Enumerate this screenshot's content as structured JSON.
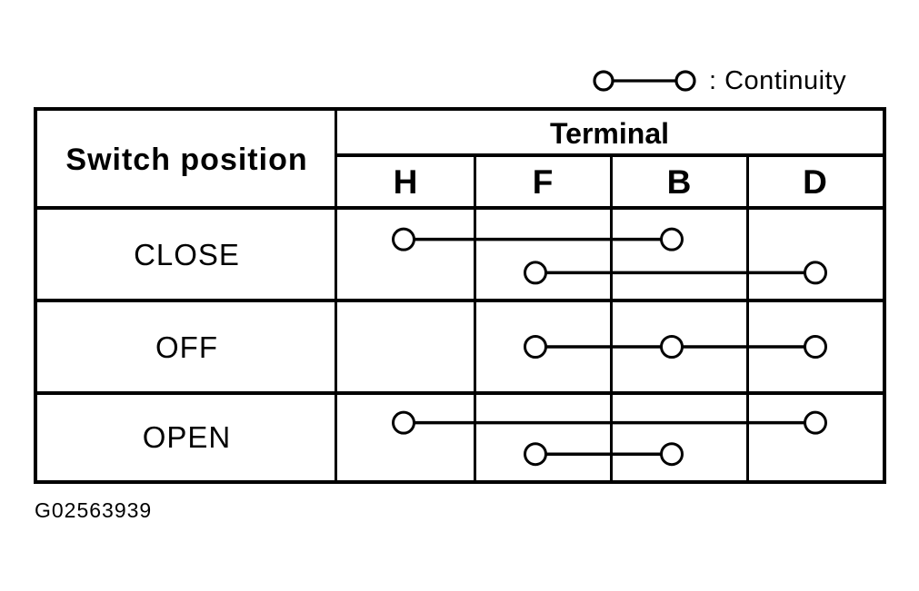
{
  "legend": {
    "symbol": "continuity-symbol",
    "label": ": Continuity"
  },
  "table": {
    "corner_header": "Switch position",
    "group_header": "Terminal",
    "terminals": [
      "H",
      "F",
      "B",
      "D"
    ],
    "rows": [
      {
        "position": "CLOSE",
        "connections": [
          [
            "H",
            "B"
          ],
          [
            "F",
            "D"
          ]
        ]
      },
      {
        "position": "OFF",
        "connections": [
          [
            "F",
            "B",
            "D"
          ]
        ]
      },
      {
        "position": "OPEN",
        "connections": [
          [
            "H",
            "D"
          ],
          [
            "F",
            "B"
          ]
        ]
      }
    ]
  },
  "figure_id": "G02563939",
  "colors": {
    "ink": "#000000",
    "paper": "#ffffff"
  }
}
